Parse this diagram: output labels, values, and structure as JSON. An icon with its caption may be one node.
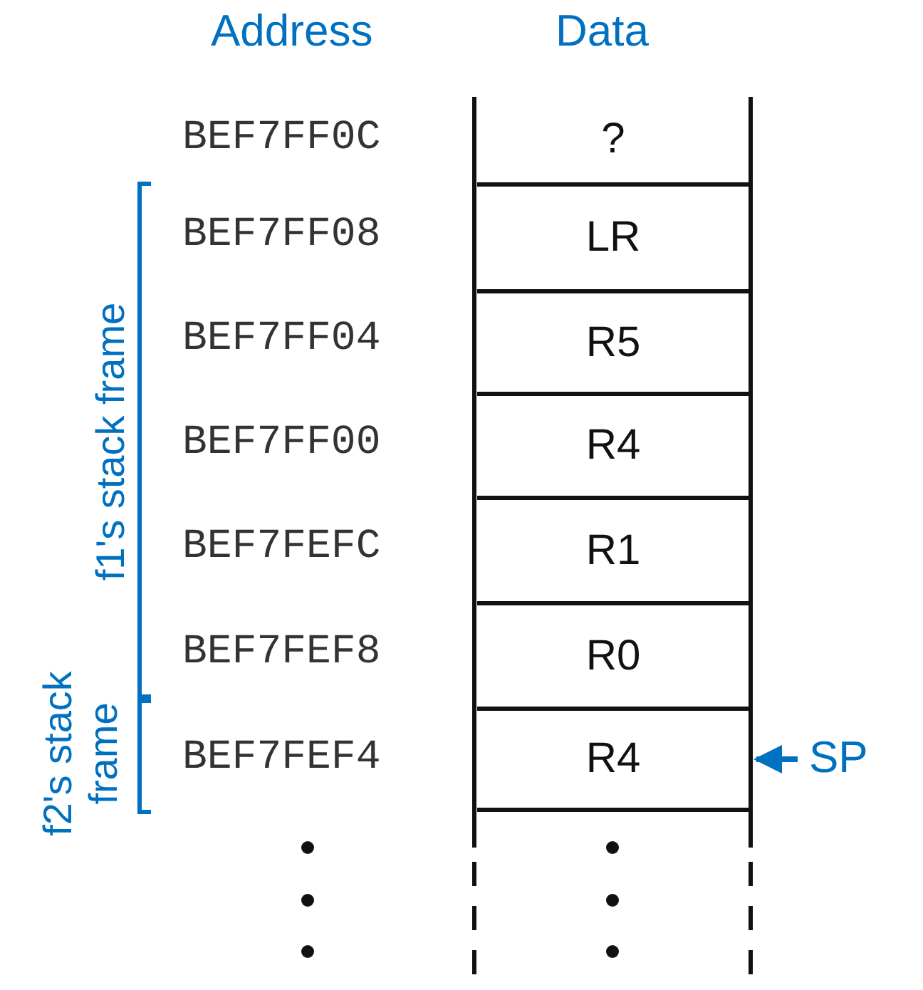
{
  "diagram": {
    "nodes": [
      {
        "text": [
          "?"
        ]
      },
      {
        "text": [
          "LR"
        ]
      },
      {
        "text": [
          "R5"
        ]
      },
      {
        "text": [
          "R4"
        ]
      },
      {
        "text": [
          "R1"
        ]
      },
      {
        "text": [
          "R0"
        ]
      },
      {
        "text": [
          "R4"
        ]
      },
      {
        "text": [
          "SP"
        ]
      }
    ],
    "edges": [
      {
        "from": 7,
        "to": 6,
        "arrow": "to",
        "color": "#0070c0"
      }
    ],
    "labels": [
      "Address",
      "Data",
      "BEF7FF0C",
      "BEF7FF08",
      "BEF7FF04",
      "BEF7FF00",
      "BEF7FEFC",
      "BEF7FEF8",
      "BEF7FEF4",
      "f1's stack frame",
      "f2's stack frame"
    ]
  }
}
